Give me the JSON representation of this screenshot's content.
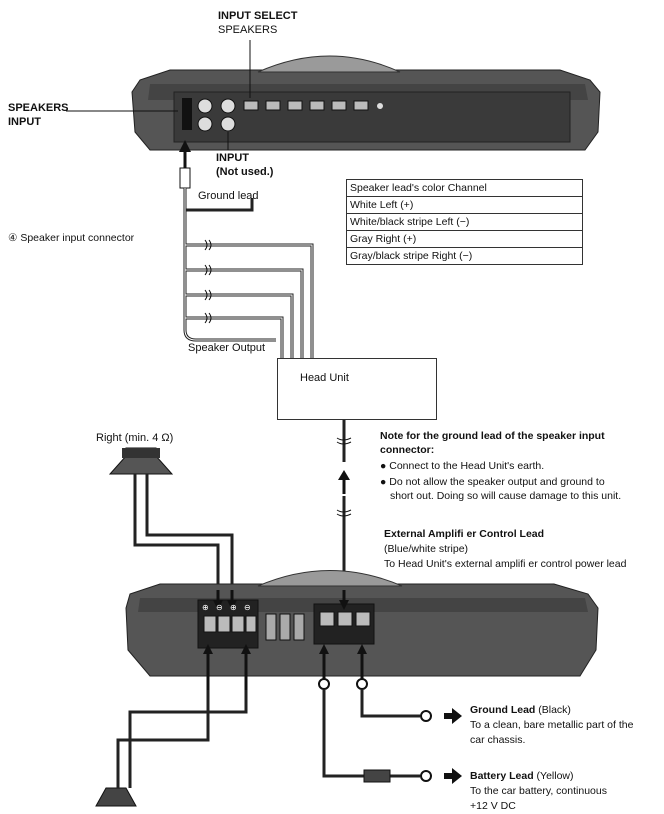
{
  "top_amp": {
    "input_select_title": "INPUT SELECT",
    "input_select_value": "SPEAKERS",
    "speakers_input_line1": "SPEAKERS",
    "speakers_input_line2": "INPUT",
    "input_line1": "INPUT",
    "input_line2": "(Not used.)"
  },
  "ground_lead_label": "Ground lead",
  "connector_label": "④ Speaker input connector",
  "speaker_output_label": "Speaker Output",
  "head_unit_label": "Head Unit",
  "color_table": {
    "rows": [
      "Speaker lead's color Channel",
      "White Left (+)",
      "White/black stripe Left (−)",
      "Gray Right (+)",
      "Gray/black stripe Right (−)"
    ]
  },
  "speaker_label": "Right (min. 4 Ω)",
  "note": {
    "title_line1": "Note for the ground lead of the speaker input",
    "title_line2": "connector:",
    "bullet1": "● Connect to the Head Unit's earth.",
    "bullet2_line1": "● Do not allow the speaker output and ground to",
    "bullet2_line2": "short out. Doing so will cause damage to this unit."
  },
  "ext_amp": {
    "title": "External Amplifi er Control Lead",
    "subtitle": "(Blue/white stripe)",
    "desc": "To Head Unit's external amplifi er control power lead"
  },
  "ground": {
    "title": "Ground Lead",
    "title_suffix": " (Black)",
    "line1": "To a clean, bare metallic part of the",
    "line2": "car chassis."
  },
  "battery": {
    "title": "Battery Lead",
    "title_suffix": " (Yellow)",
    "line1": "To the car battery, continuous",
    "line2": "+12 V DC"
  },
  "terminal_symbols": [
    "⊕",
    "⊖",
    "⊕",
    "⊖"
  ]
}
